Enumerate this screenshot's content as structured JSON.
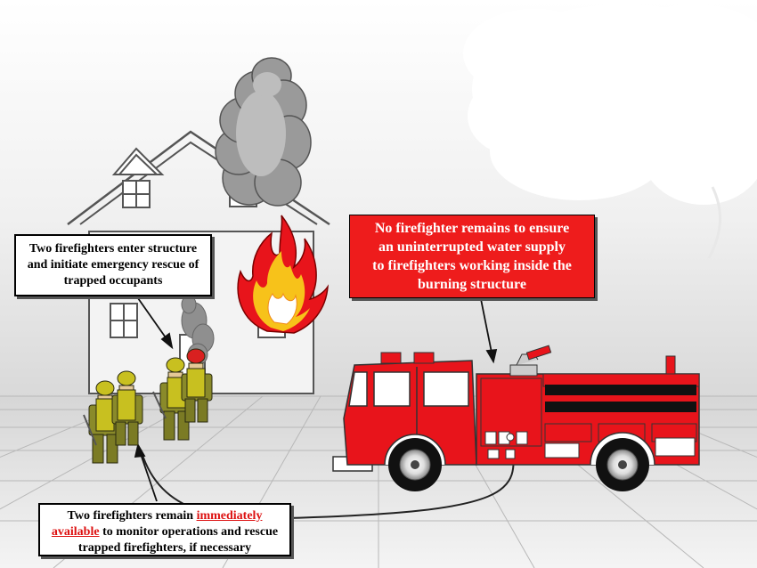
{
  "callouts": {
    "interior_team": {
      "line1": "Two firefighters enter structure",
      "line2": "and initiate emergency rescue of",
      "line3": "trapped occupants"
    },
    "water_supply": {
      "line1": "No firefighter remains to ensure",
      "line2": "an uninterrupted water supply",
      "line3": "to firefighters working inside the",
      "line4": "burning structure"
    },
    "standby_team": {
      "part1": "Two firefighters remain ",
      "emphasis1": "immediately",
      "emphasis2": "available",
      "part2": " to monitor operations and rescue",
      "line3": "trapped firefighters, if necessary"
    }
  },
  "colors": {
    "engine_red": "#e8141b",
    "callout_red": "#ee1c1c",
    "emphasis_red": "#dd1111",
    "turnout_gear": "#8a8a2a",
    "smoke": "#9a9a9a"
  },
  "icons": {
    "building": "house-icon",
    "fire": "flame-icon",
    "truck": "fire-engine-icon",
    "people": "firefighter-icon"
  }
}
